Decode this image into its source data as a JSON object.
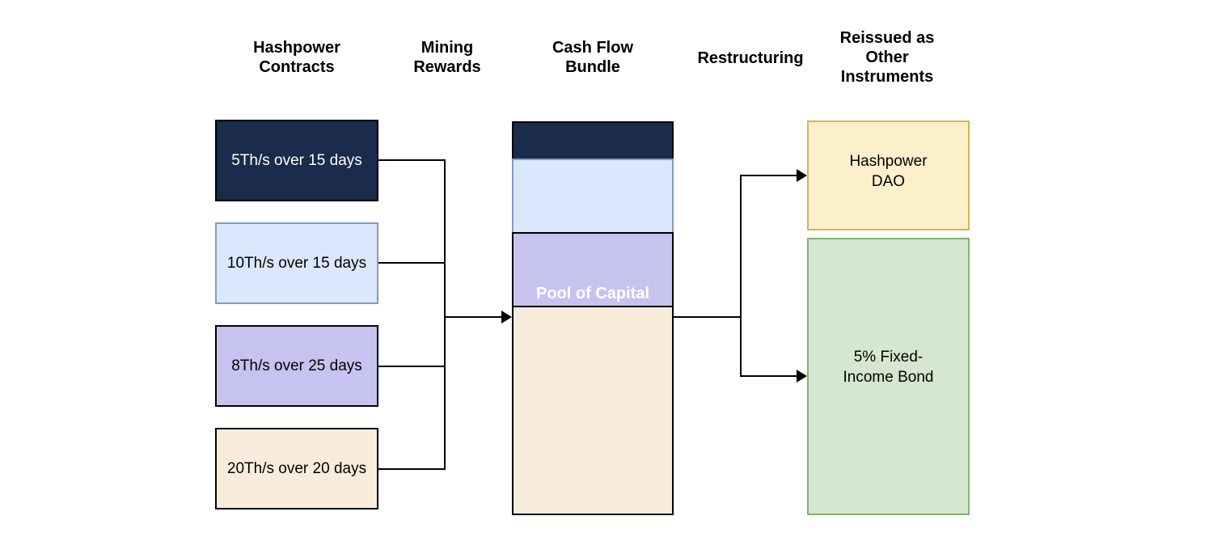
{
  "diagram": {
    "headers": {
      "contracts": "Hashpower\nContracts",
      "mining": "Mining\nRewards",
      "bundle": "Cash Flow\nBundle",
      "restructuring": "Restructuring",
      "reissued": "Reissued as\nOther\nInstruments"
    },
    "contracts": [
      {
        "label": "5Th/s over 15 days",
        "fill": "#1a2b4c",
        "stroke": "#000000",
        "text_color": "#ffffff"
      },
      {
        "label": "10Th/s over 15 days",
        "fill": "#dbe8fb",
        "stroke": "#7f9cc7",
        "text_color": "#000000"
      },
      {
        "label": "8Th/s over 25 days",
        "fill": "#c6c3f0",
        "stroke": "#000000",
        "text_color": "#000000"
      },
      {
        "label": "20Th/s over 20 days",
        "fill": "#f8eddd",
        "stroke": "#000000",
        "text_color": "#000000"
      }
    ],
    "bundle": {
      "label": "Pool of Capital",
      "label_color": "#ffffff",
      "segments": [
        {
          "fill": "#1a2b4c",
          "stroke": "#000000"
        },
        {
          "fill": "#dbe8fb",
          "stroke": "#7f9cc7"
        },
        {
          "fill": "#c6c3f0",
          "stroke": "#000000"
        },
        {
          "fill": "#f8eddd",
          "stroke": "#000000"
        }
      ]
    },
    "instruments": [
      {
        "label": "Hashpower\nDAO",
        "fill": "#fbf0cb",
        "stroke": "#d8b44a",
        "text_color": "#000000"
      },
      {
        "label": "5% Fixed-\nIncome Bond",
        "fill": "#d5e6d1",
        "stroke": "#85b168",
        "text_color": "#000000"
      }
    ]
  }
}
